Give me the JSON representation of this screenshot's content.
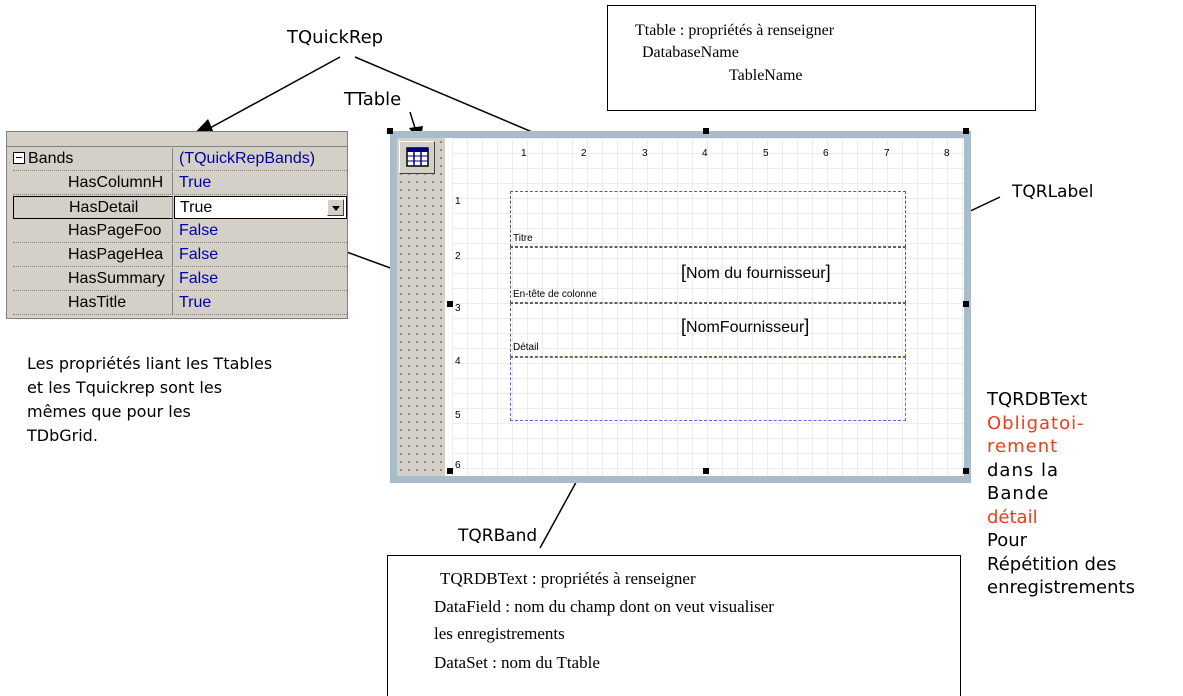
{
  "callouts": {
    "tquickrep": "TQuickRep",
    "ttable": "TTable",
    "tqrlabel": "TQRLabel",
    "tqrband": "TQRBand",
    "tqrdbtext": "TQRDBText",
    "obligatoi": "Obligatoi-",
    "rement": "rement",
    "dans_la": "dans la",
    "bande": "Bande",
    "detail": "détail",
    "pour": "Pour",
    "repetition": "Répétition des",
    "enregistrements": "enregistrements",
    "highlight_color": "#e8401c"
  },
  "ttable_box": {
    "line1": "Ttable : propriétés à renseigner",
    "line2": "DatabaseName",
    "line3": "TableName"
  },
  "tqrdbtext_box": {
    "line1": "TQRDBText : propriétés à renseigner",
    "line2": "DataField : nom du champ dont on veut visualiser",
    "line3": "les enregistrements",
    "line4": "DataSet : nom du Ttable"
  },
  "note": {
    "line1": "Les propriétés liant les Ttables",
    "line2": "et les Tquickrep sont les",
    "line3": "mêmes que pour les",
    "line4": "TDbGrid."
  },
  "inspector": {
    "rows": [
      {
        "name": "Bands",
        "value": "(TQuickRepBands)"
      },
      {
        "name": "HasColumnH",
        "value": "True"
      },
      {
        "name": "HasDetail",
        "value": "True"
      },
      {
        "name": "HasPageFoo",
        "value": "False"
      },
      {
        "name": "HasPageHea",
        "value": "False"
      },
      {
        "name": "HasSummary",
        "value": "False"
      },
      {
        "name": "HasTitle",
        "value": "True"
      }
    ]
  },
  "quickrep": {
    "ruler_top": [
      "1",
      "2",
      "3",
      "4",
      "5",
      "6",
      "7",
      "8"
    ],
    "ruler_left": [
      "1",
      "2",
      "3",
      "4",
      "5",
      "6"
    ],
    "bands": {
      "titre": "Titre",
      "entete": "En-tête de colonne",
      "detail": "Détail"
    },
    "labels": {
      "nom_du_fournisseur": "Nom du fournisseur",
      "nomfournisseur": "NomFournisseur"
    }
  }
}
